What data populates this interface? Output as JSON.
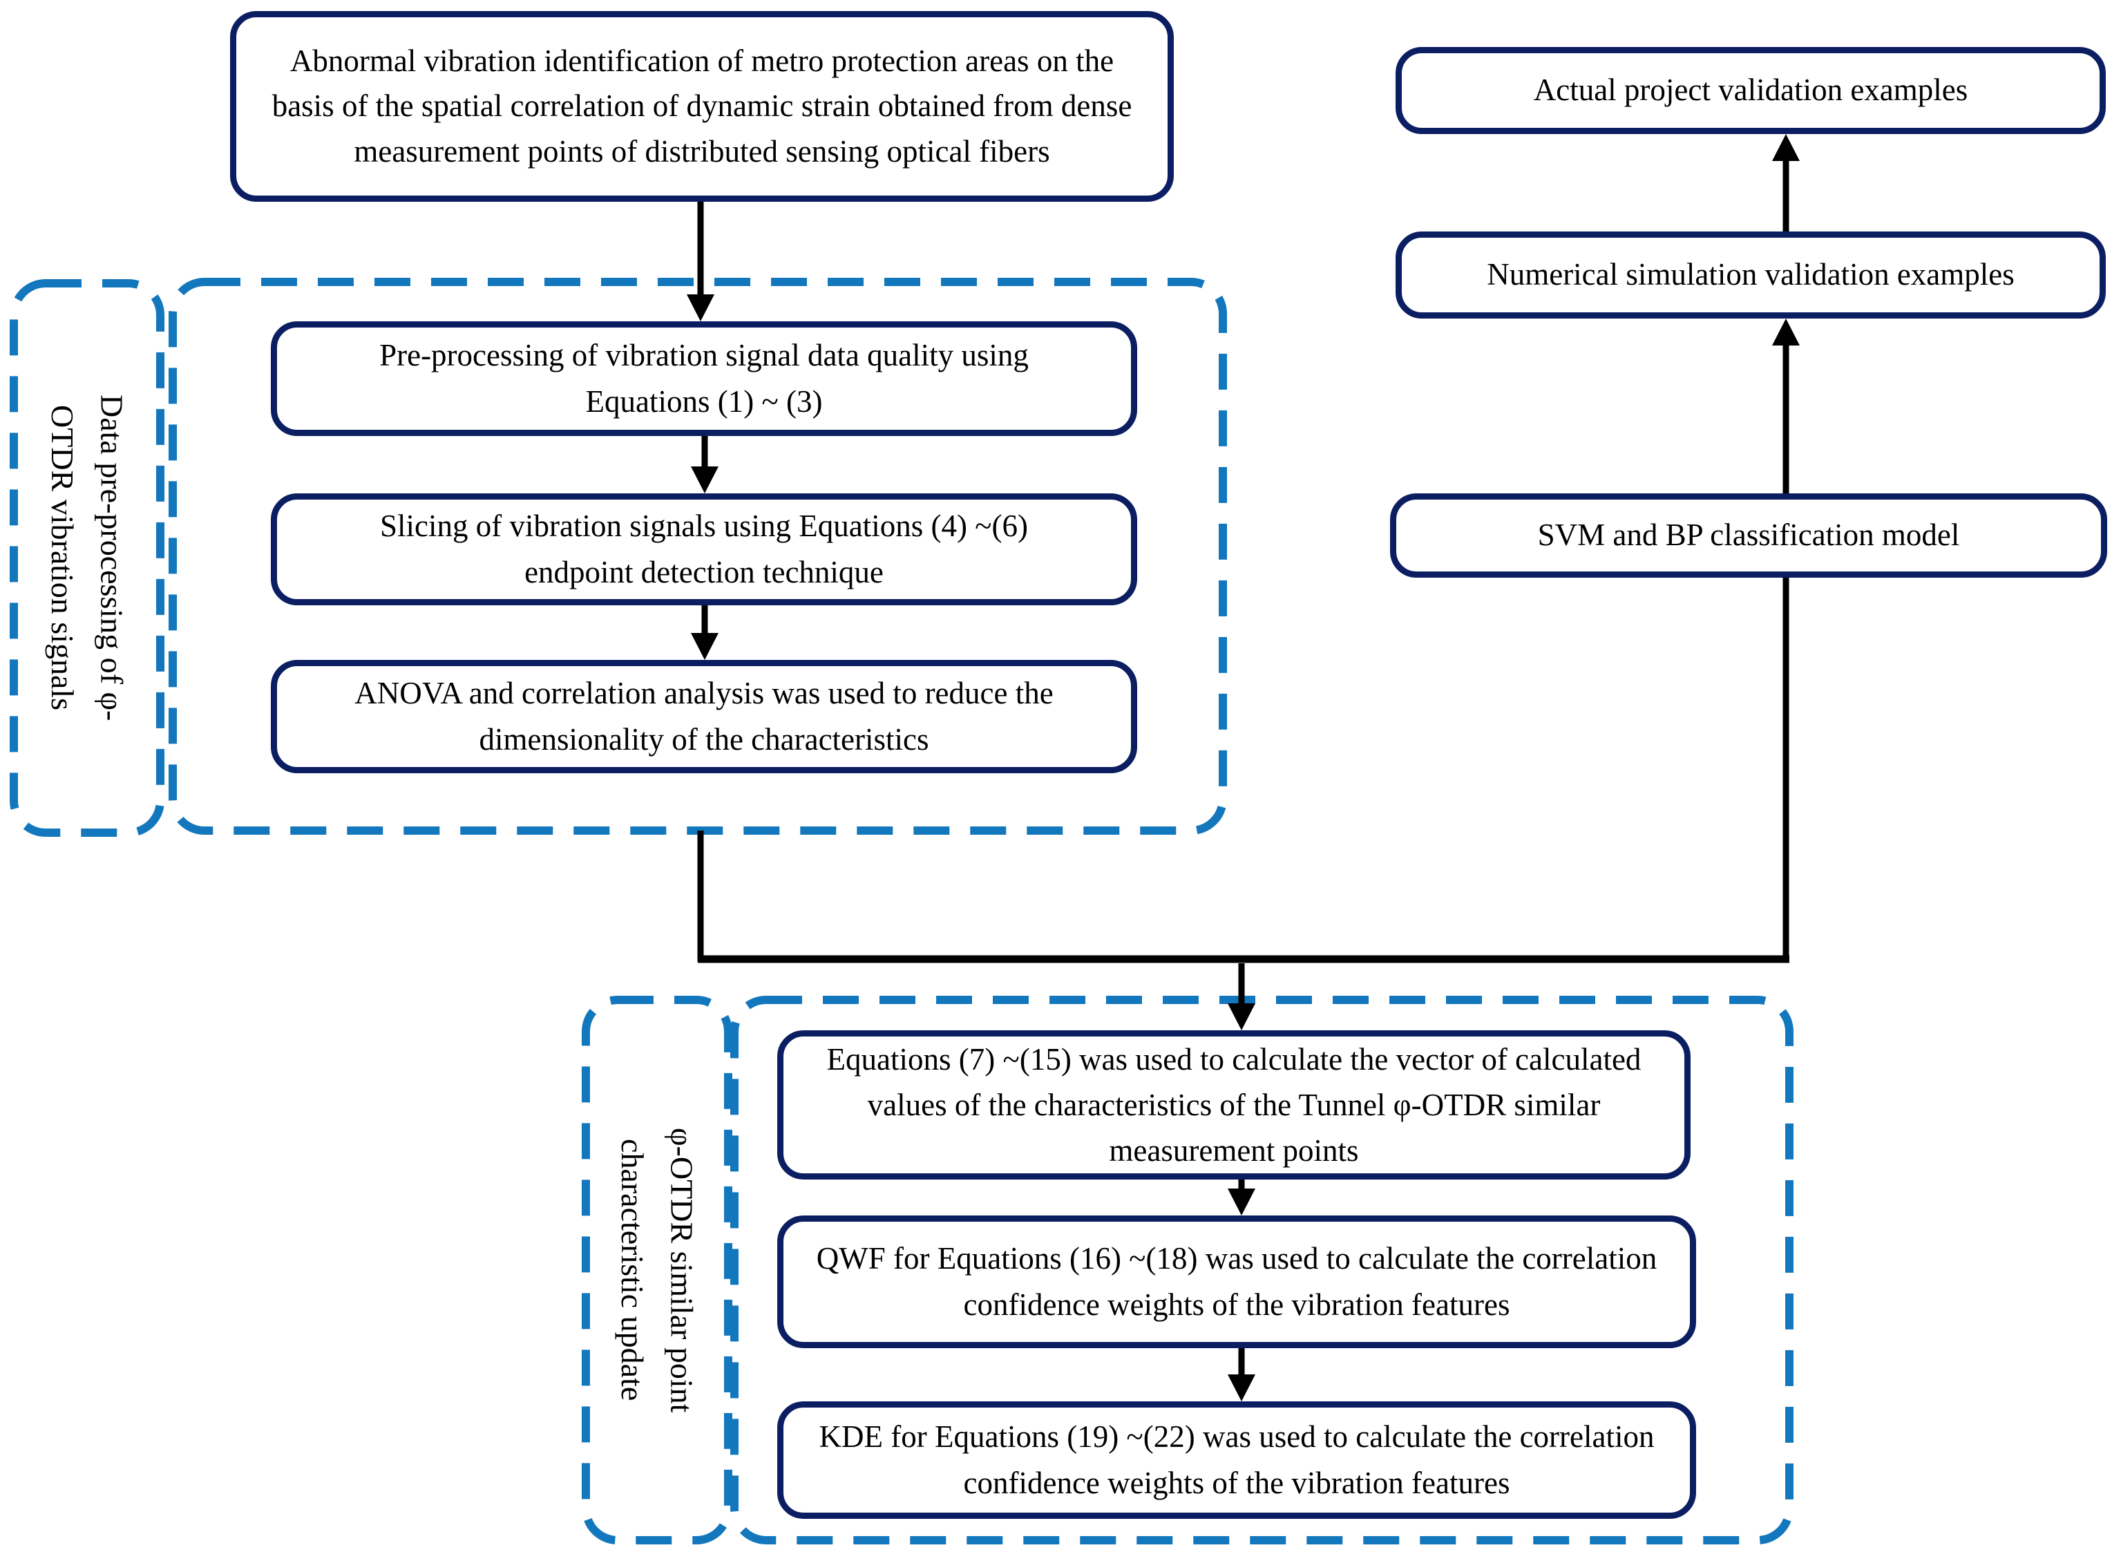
{
  "colors": {
    "node_border": "#0c1e62",
    "dashed_border": "#1277bd",
    "connector": "#000000",
    "text": "#000000",
    "background": "#ffffff"
  },
  "title_box": {
    "label": "Abnormal vibration identification of metro protection areas on the basis of the spatial correlation of dynamic strain obtained from dense measurement points of distributed sensing optical fibers"
  },
  "validation_flow": {
    "actual_box": {
      "label": "Actual project validation examples"
    },
    "numerical_box": {
      "label": "Numerical simulation validation examples"
    },
    "svm_box": {
      "label": "SVM and BP classification model"
    }
  },
  "preprocessing": {
    "side_label_lines": [
      "Data pre-processing of φ-",
      "OTDR vibration signals"
    ],
    "steps": [
      {
        "label": "Pre-processing of vibration signal data quality using Equations (1) ~ (3)"
      },
      {
        "label": "Slicing of vibration signals using Equations (4) ~(6) endpoint detection technique"
      },
      {
        "label": "ANOVA and correlation analysis was used to reduce the dimensionality of the characteristics"
      }
    ]
  },
  "similar_point": {
    "side_label_lines": [
      "φ-OTDR similar point",
      "characteristic update"
    ],
    "steps": [
      {
        "label": "Equations (7) ~(15) was used to calculate the vector of calculated values of the characteristics of the Tunnel φ-OTDR similar measurement points"
      },
      {
        "label": "QWF for Equations (16) ~(18) was used to calculate the correlation confidence weights of the vibration features"
      },
      {
        "label": "KDE for Equations (19) ~(22) was used to calculate the correlation confidence weights of the vibration features"
      }
    ]
  }
}
